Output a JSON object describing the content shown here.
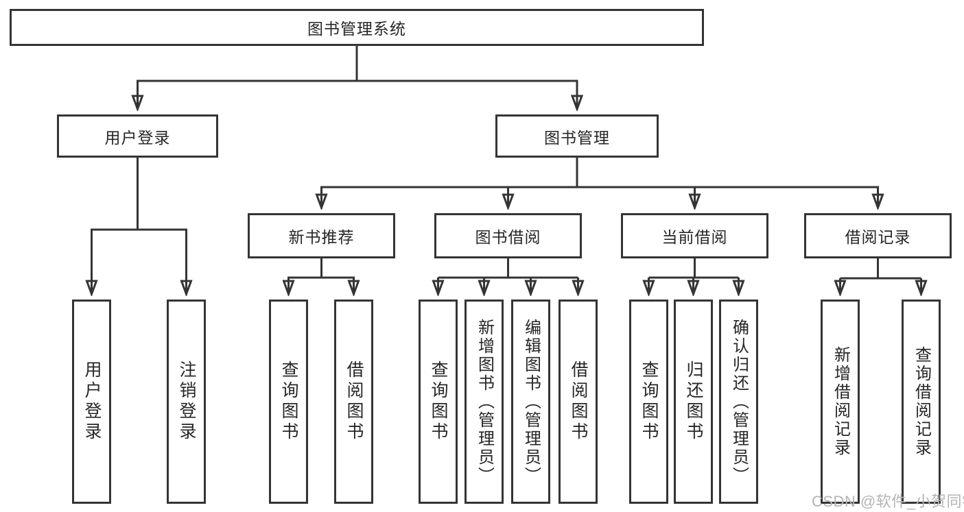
{
  "diagram": {
    "title": "图书管理系统",
    "colors": {
      "line": "#343434",
      "border": "#343434",
      "text": "#262626",
      "background": "#ffffff",
      "watermark": "#b4b4b4"
    },
    "tree": {
      "label": "图书管理系统",
      "children": [
        {
          "label": "用户登录",
          "children": [
            {
              "label": "用户登录"
            },
            {
              "label": "注销登录"
            }
          ]
        },
        {
          "label": "图书管理",
          "children": [
            {
              "label": "新书推荐",
              "children": [
                {
                  "label": "查询图书"
                },
                {
                  "label": "借阅图书"
                }
              ]
            },
            {
              "label": "图书借阅",
              "children": [
                {
                  "label": "查询图书"
                },
                {
                  "label": "新增图书（管理员）"
                },
                {
                  "label": "编辑图书（管理员）"
                },
                {
                  "label": "借阅图书"
                }
              ]
            },
            {
              "label": "当前借阅",
              "children": [
                {
                  "label": "查询图书"
                },
                {
                  "label": "归还图书"
                },
                {
                  "label": "确认归还（管理员）"
                }
              ]
            },
            {
              "label": "借阅记录",
              "children": [
                {
                  "label": "新增借阅记录"
                },
                {
                  "label": "查询借阅记录"
                }
              ]
            }
          ]
        }
      ]
    },
    "watermark": "CSDN @软件_小贺同学"
  }
}
